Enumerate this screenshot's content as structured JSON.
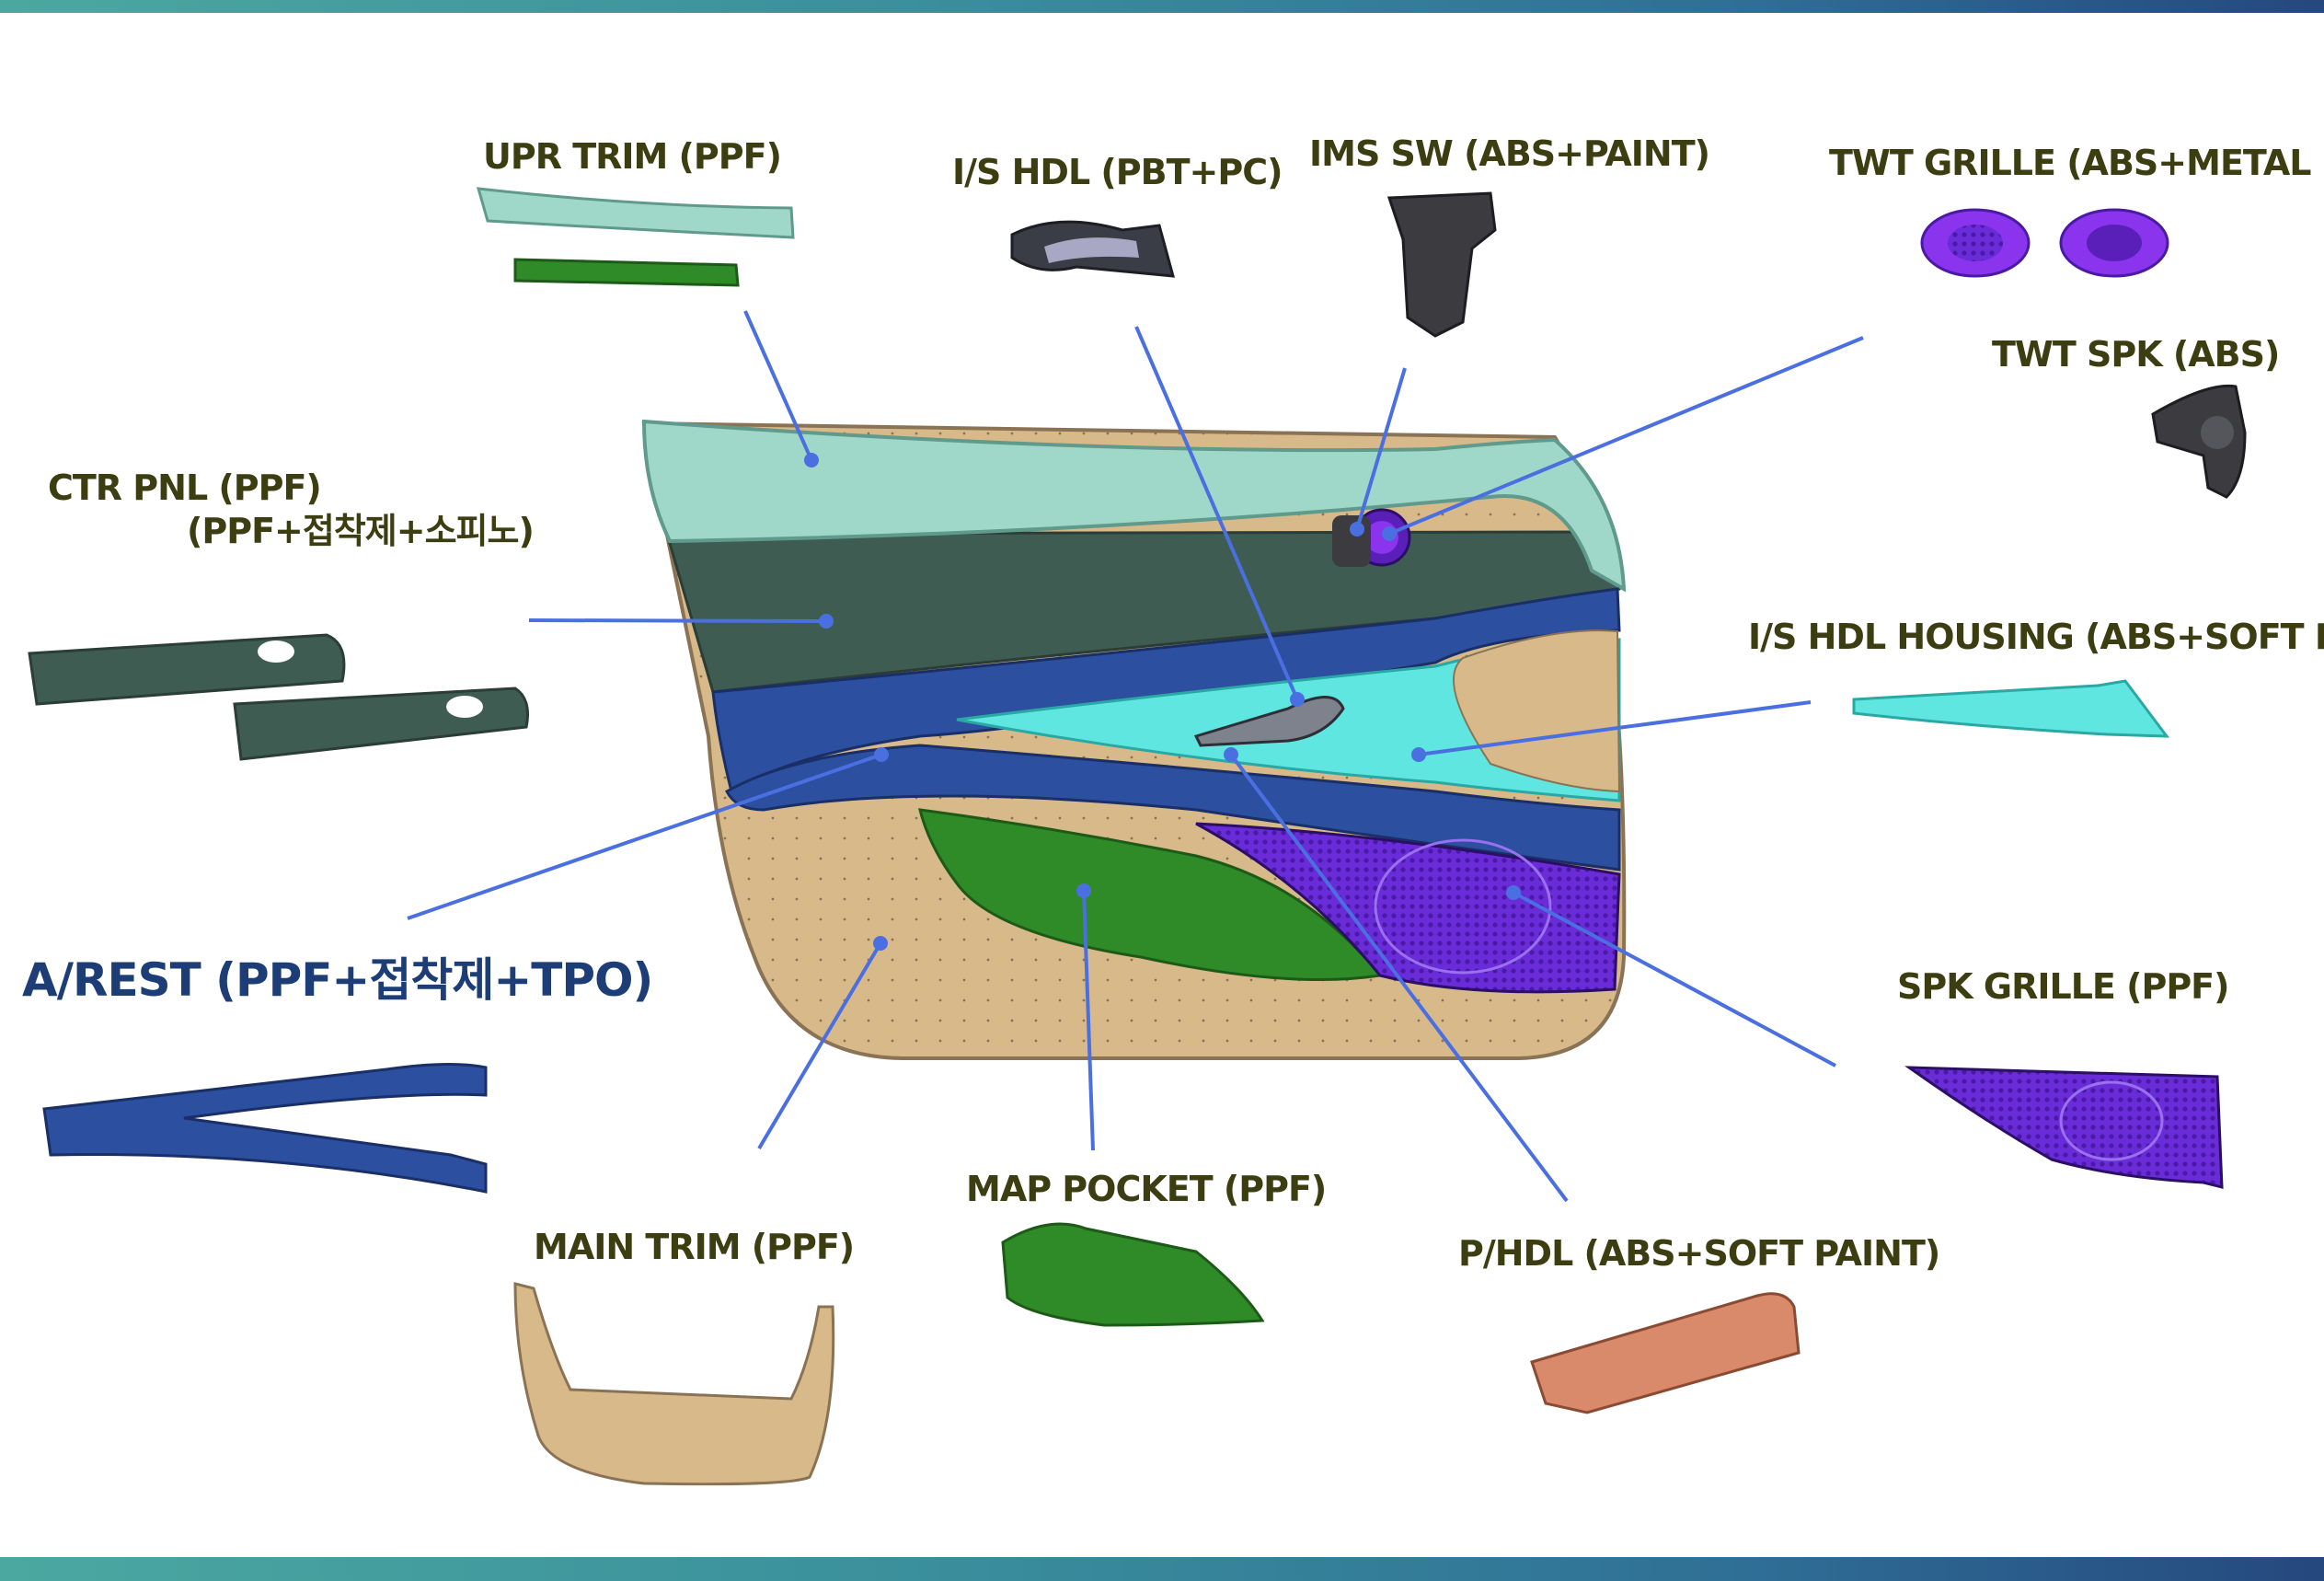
{
  "labels": {
    "upr_trim": "UPR TRIM (PPF)",
    "is_hdl": "I/S HDL (PBT+PC)",
    "ims_sw": "IMS SW (ABS+PAINT)",
    "twt_grille": "TWT GRILLE (ABS+METAL PAINT)",
    "twt_spk": "TWT SPK (ABS)",
    "ctr_pnl_1": "CTR PNL (PPF)",
    "ctr_pnl_2": "(PPF+접착제+소피노)",
    "is_hdl_housing": "I/S HDL HOUSING (ABS+SOFT PAINT)",
    "a_rest": "A/REST (PPF+접착제+TPO)",
    "spk_grille": "SPK GRILLE (PPF)",
    "map_pocket": "MAP POCKET (PPF)",
    "main_trim": "MAIN TRIM (PPF)",
    "p_hdl": "P/HDL (ABS+SOFT PAINT)"
  },
  "colors": {
    "upr_trim": "#9fd8c8",
    "ctr_pnl": "#3f5c52",
    "a_rest": "#2c4fa0",
    "is_hdl_housing": "#5fe6e0",
    "main_trim": "#d8b98a",
    "map_pocket": "#2f8a28",
    "spk_grille": "#6a2bd8",
    "p_hdl": "#d98a6a",
    "twt_grille": "#8a34ee",
    "ims_sw": "#3c3c40",
    "leader": "#4a6fe0"
  }
}
